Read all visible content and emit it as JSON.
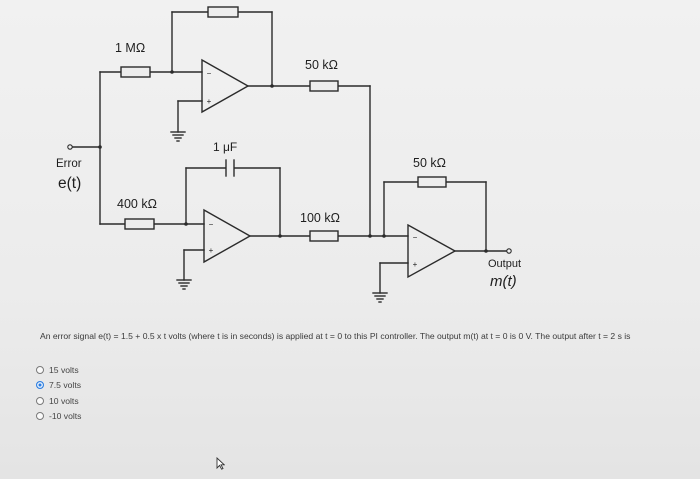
{
  "labels": {
    "r1": "1 MΩ",
    "r2": "50 kΩ",
    "c1": "1 μF",
    "r3": "400 kΩ",
    "r4": "100 kΩ",
    "r5": "50 kΩ",
    "error_word": "Error",
    "error_sym": "e(t)",
    "output_word": "Output",
    "output_sym": "m(t)"
  },
  "question": "An error signal e(t) = 1.5 + 0.5 x t volts (where t is in seconds) is applied at t = 0 to this PI controller. The output m(t) at t = 0 is 0 V. The output after t = 2 s is",
  "options": [
    {
      "label": "15 volts",
      "selected": false
    },
    {
      "label": "7.5 volts",
      "selected": true
    },
    {
      "label": "10 volts",
      "selected": false
    },
    {
      "label": "-10 volts",
      "selected": false
    }
  ],
  "colors": {
    "wire": "#2b2b2b",
    "accent": "#2a7de1"
  }
}
